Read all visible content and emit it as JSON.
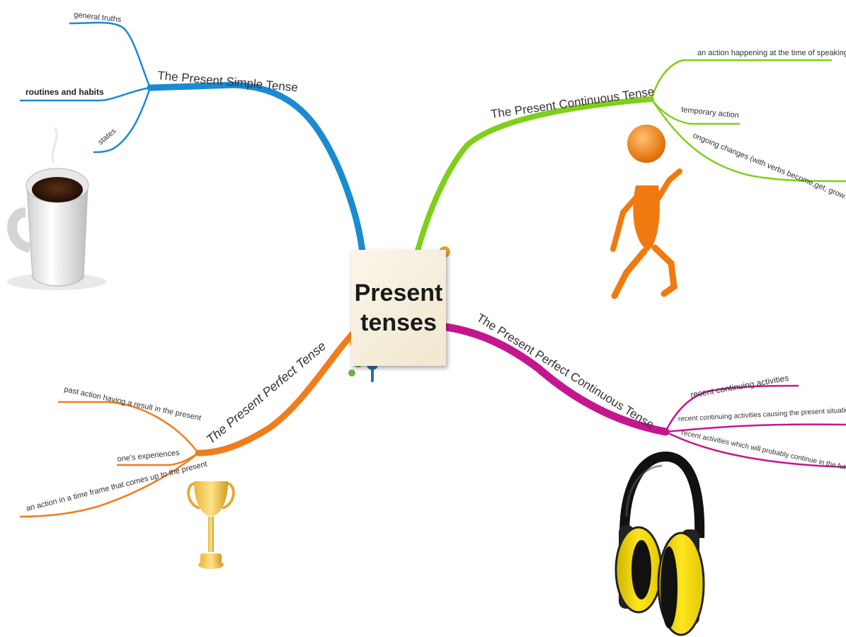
{
  "center": {
    "title": "Present\ntenses"
  },
  "branches": {
    "present_simple": {
      "title": "The Present Simple Tense",
      "color": "#1a8bd1",
      "items": [
        "general truths",
        "routines and habits",
        "states"
      ]
    },
    "present_continuous": {
      "title": "The Present Continuous Tense",
      "color": "#7fcf1a",
      "items": [
        "an action happening at the time of speaking",
        "temporary action",
        "ongoing changes (with verbs become,get, grow...)"
      ]
    },
    "present_perfect": {
      "title": "The Present Perfect Tense",
      "color": "#f07d1a",
      "items": [
        "past action having a result in the present",
        "one's experiences",
        "an action in a time frame that comes up to the present"
      ]
    },
    "present_perfect_continuous": {
      "title": "The Present Perfect Continuous Tense",
      "color": "#c4178f",
      "items": [
        "recent continuing activities",
        "recent continuing activities causing the present situation",
        "recent activities which will probably continue in the future"
      ]
    }
  },
  "illustrations": [
    "coffee-cup",
    "running-figure",
    "trophy",
    "headphones"
  ]
}
